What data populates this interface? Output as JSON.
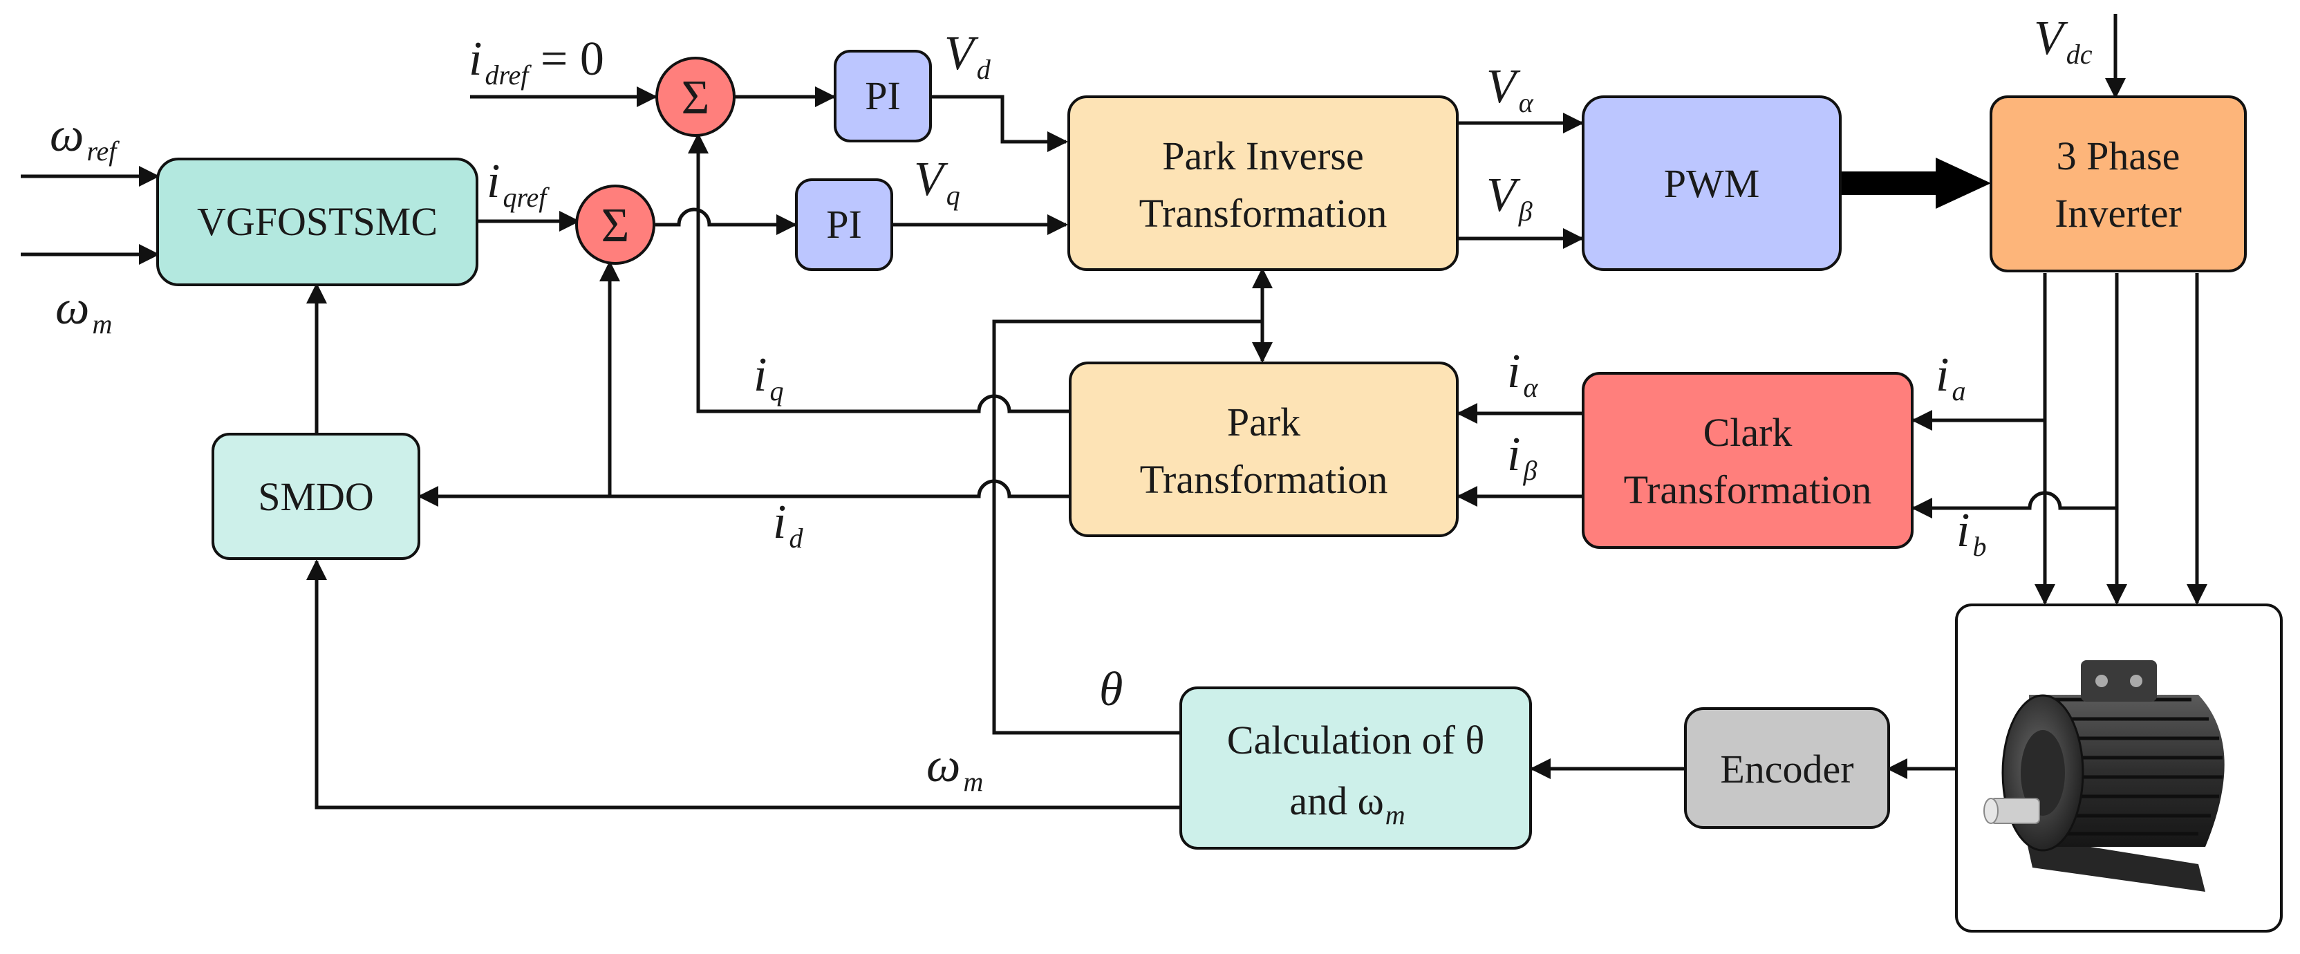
{
  "colors": {
    "teal": "#b3e8df",
    "teal_light": "#cdf0ea",
    "blue": "#bcc6ff",
    "orange_light": "#fde3b5",
    "orange": "#fdb57a",
    "red": "#ff7f7c",
    "grey": "#c7c7c7",
    "line": "#111111"
  },
  "blocks": {
    "vgfostsmc": "VGFOSTSMC",
    "smdo": "SMDO",
    "pi_d": "PI",
    "pi_q": "PI",
    "park_inverse": [
      "Park Inverse",
      "Transformation"
    ],
    "pwm": "PWM",
    "inverter": [
      "3 Phase",
      "Inverter"
    ],
    "park": [
      "Park",
      "Transformation"
    ],
    "clark": [
      "Clark",
      "Transformation"
    ],
    "calc": [
      "Calculation of θ",
      "and ω"
    ],
    "calc_sub": "m",
    "encoder": "Encoder"
  },
  "summers": {
    "symbol": "Σ"
  },
  "signals": {
    "omega_ref": {
      "main": "ω",
      "sub": "ref"
    },
    "omega_m_in": {
      "main": "ω",
      "sub": "m"
    },
    "i_dref": {
      "main": "i",
      "sub": "dref",
      "suffix": " = 0"
    },
    "i_qref": {
      "main": "i",
      "sub": "qref"
    },
    "v_d": {
      "main": "V",
      "sub": "d"
    },
    "v_q": {
      "main": "V",
      "sub": "q"
    },
    "v_alpha": {
      "main": "V",
      "sub": "α"
    },
    "v_beta": {
      "main": "V",
      "sub": "β"
    },
    "v_dc": {
      "main": "V",
      "sub": "dc"
    },
    "i_q": {
      "main": "i",
      "sub": "q"
    },
    "i_d": {
      "main": "i",
      "sub": "d"
    },
    "i_alpha": {
      "main": "i",
      "sub": "α"
    },
    "i_beta": {
      "main": "i",
      "sub": "β"
    },
    "i_a": {
      "main": "i",
      "sub": "a"
    },
    "i_b": {
      "main": "i",
      "sub": "b"
    },
    "theta": "θ",
    "omega_m_fb": {
      "main": "ω",
      "sub": "m"
    }
  },
  "motor": {
    "icon": "motor-icon"
  }
}
